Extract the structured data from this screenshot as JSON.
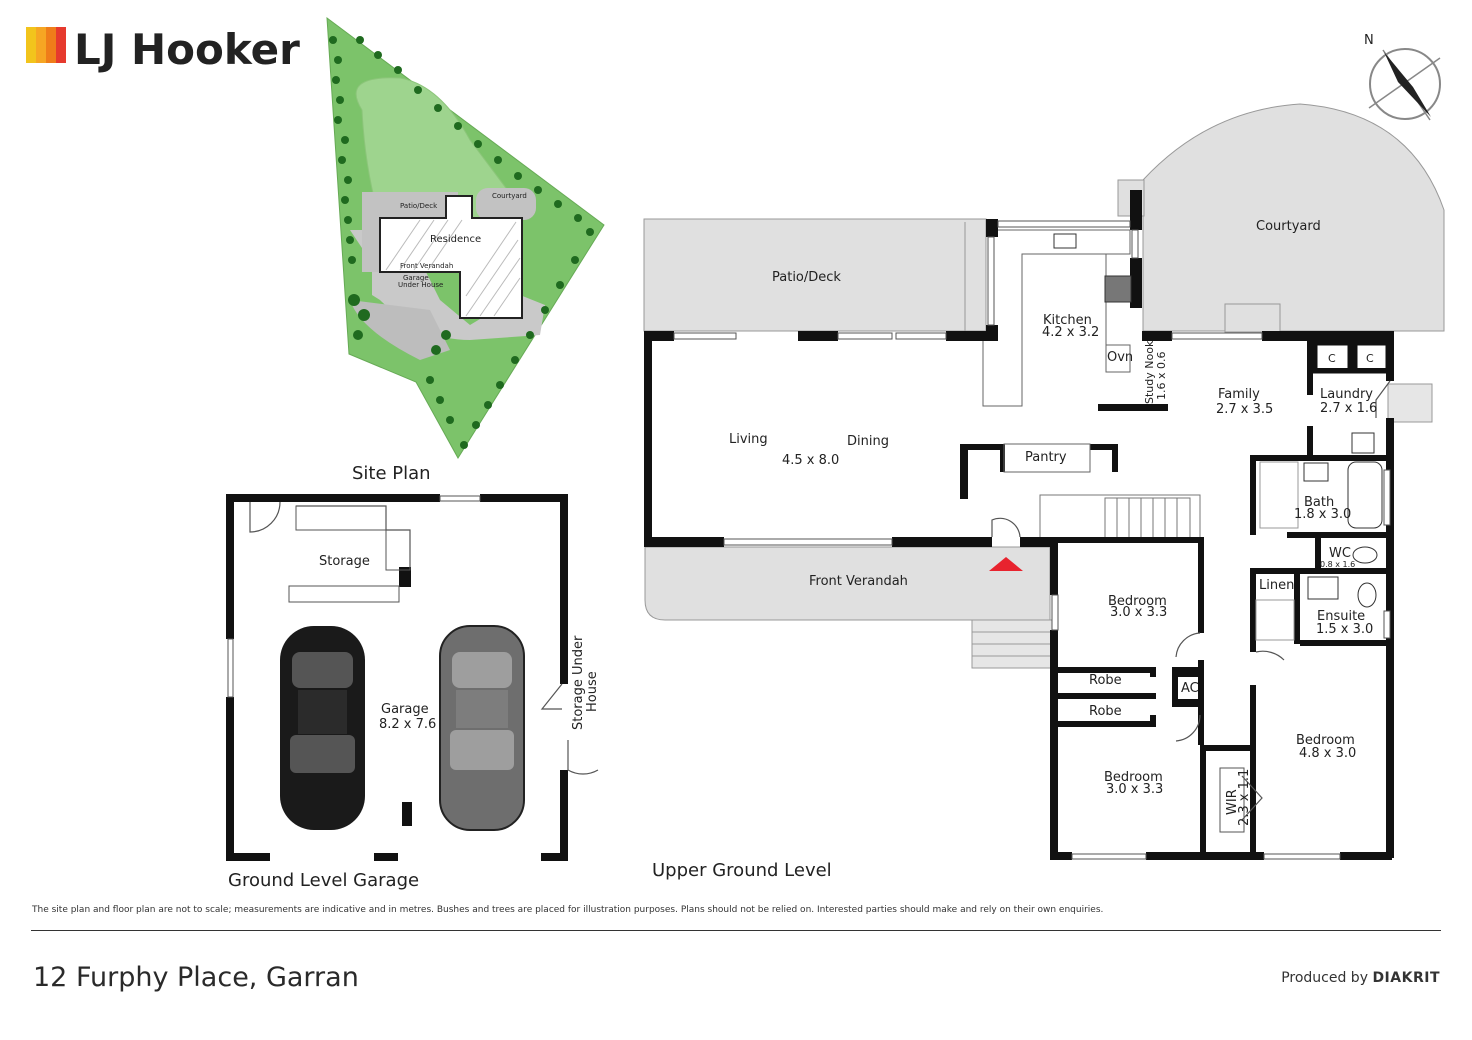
{
  "brand": {
    "name": "LJ Hooker",
    "colors": [
      "#f6a623",
      "#ef7d1a",
      "#e63a2e",
      "#f2c41c"
    ]
  },
  "site_plan": {
    "title": "Site Plan",
    "labels": {
      "patio": "Patio/Deck",
      "courtyard": "Courtyard",
      "residence": "Residence",
      "verandah": "Front Verandah",
      "garage_line1": "Garage",
      "garage_line2": "Under House"
    }
  },
  "garage_level": {
    "title": "Ground Level Garage",
    "storage": "Storage",
    "garage_name": "Garage",
    "garage_size": "8.2 x 7.6",
    "under_house_line1": "Storage Under",
    "under_house_line2": "House"
  },
  "upper_level": {
    "title": "Upper Ground Level",
    "rooms": {
      "patio": "Patio/Deck",
      "kitchen": "Kitchen",
      "kitchen_size": "4.2 x 3.2",
      "oven": "Ovn",
      "study_nook": "Study Nook",
      "study_size": "1.6 x 0.6",
      "courtyard": "Courtyard",
      "living": "Living",
      "dining": "Dining",
      "living_size": "4.5 x 8.0",
      "pantry": "Pantry",
      "family": "Family",
      "family_size": "2.7 x 3.5",
      "laundry": "Laundry",
      "laundry_size": "2.7 x 1.6",
      "cupboard": "C",
      "bath": "Bath",
      "bath_size": "1.8 x 3.0",
      "wc": "WC",
      "wc_size": "0.8 x 1.6",
      "front_verandah": "Front Verandah",
      "linen": "Linen",
      "ensuite": "Ensuite",
      "ensuite_size": "1.5 x 3.0",
      "bedroom": "Bedroom",
      "bed1_size": "3.0 x 3.3",
      "bed2_size": "3.0 x 3.3",
      "bed3_size": "4.8 x 3.0",
      "robe": "Robe",
      "ac": "AC",
      "wir": "WIR",
      "wir_size": "2.3 x 1.1"
    }
  },
  "compass": {
    "label": "N"
  },
  "footer": {
    "disclaimer": "The site plan and floor plan are not to scale; measurements are indicative and in metres. Bushes and trees are placed for illustration purposes. Plans should not be relied on. Interested parties should make and rely on their own enquiries.",
    "address": "12 Furphy Place, Garran",
    "produced_by": "Produced by",
    "producer": "DIAKRIT"
  }
}
